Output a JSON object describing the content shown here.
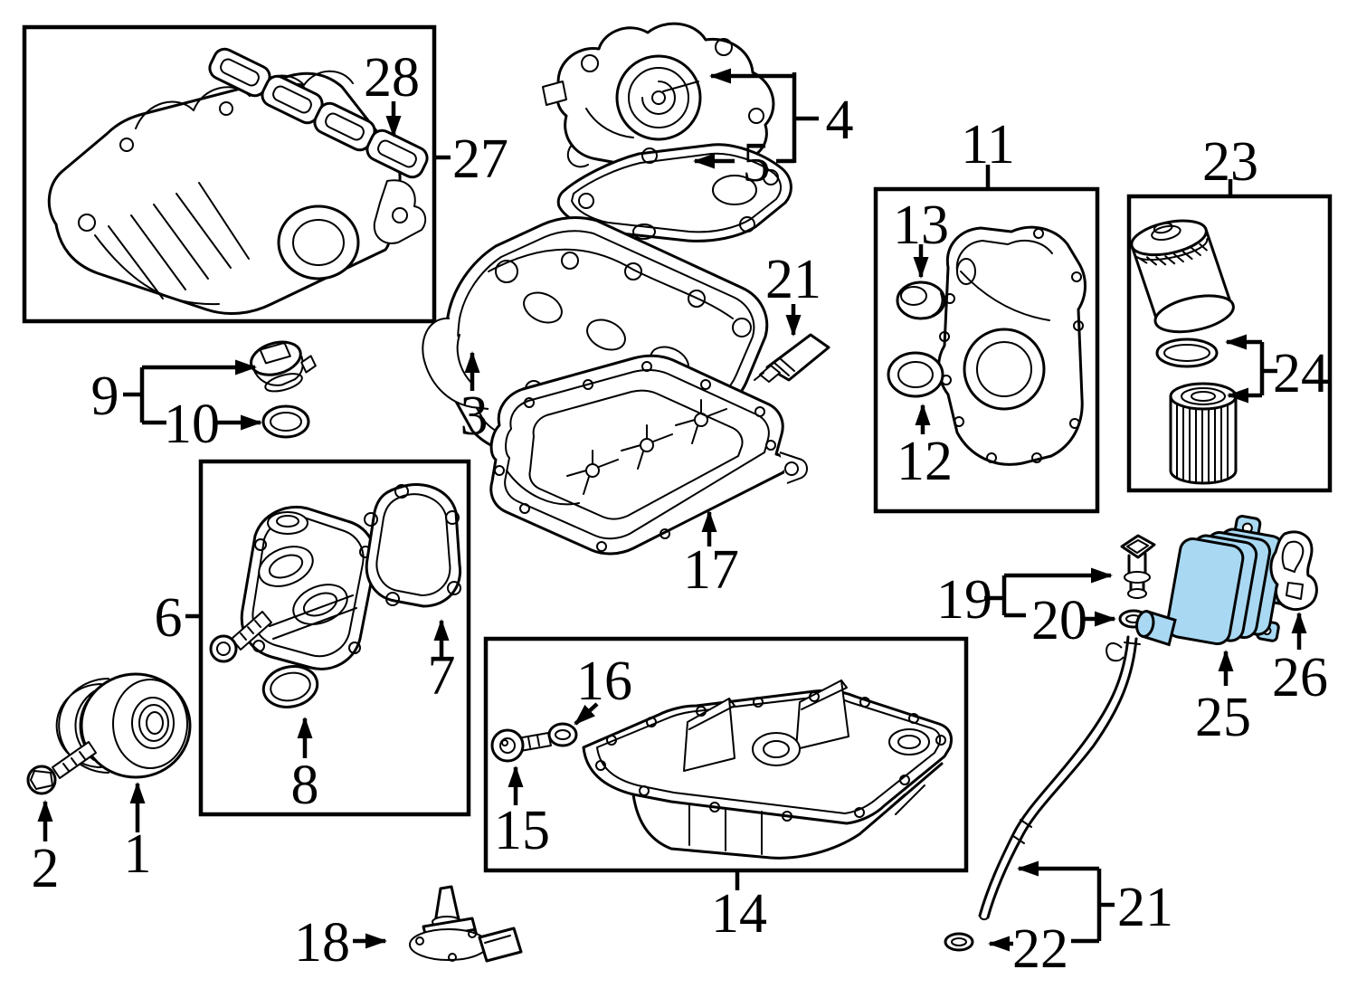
{
  "diagram": {
    "type": "exploded-parts-diagram",
    "subject": "engine lubrication and sealing components",
    "highlight_color": "#a9d9f2",
    "line_color": "#000000",
    "background_color": "#ffffff",
    "labels": [
      {
        "num": "1"
      },
      {
        "num": "2"
      },
      {
        "num": "3"
      },
      {
        "num": "4"
      },
      {
        "num": "5"
      },
      {
        "num": "6"
      },
      {
        "num": "7"
      },
      {
        "num": "8"
      },
      {
        "num": "9"
      },
      {
        "num": "10"
      },
      {
        "num": "11"
      },
      {
        "num": "12"
      },
      {
        "num": "13"
      },
      {
        "num": "14"
      },
      {
        "num": "15"
      },
      {
        "num": "16"
      },
      {
        "num": "17"
      },
      {
        "num": "18"
      },
      {
        "num": "19"
      },
      {
        "num": "20"
      },
      {
        "num": "21"
      },
      {
        "num": "21"
      },
      {
        "num": "22"
      },
      {
        "num": "23"
      },
      {
        "num": "24"
      },
      {
        "num": "25"
      },
      {
        "num": "26"
      },
      {
        "num": "27"
      },
      {
        "num": "28"
      }
    ]
  }
}
